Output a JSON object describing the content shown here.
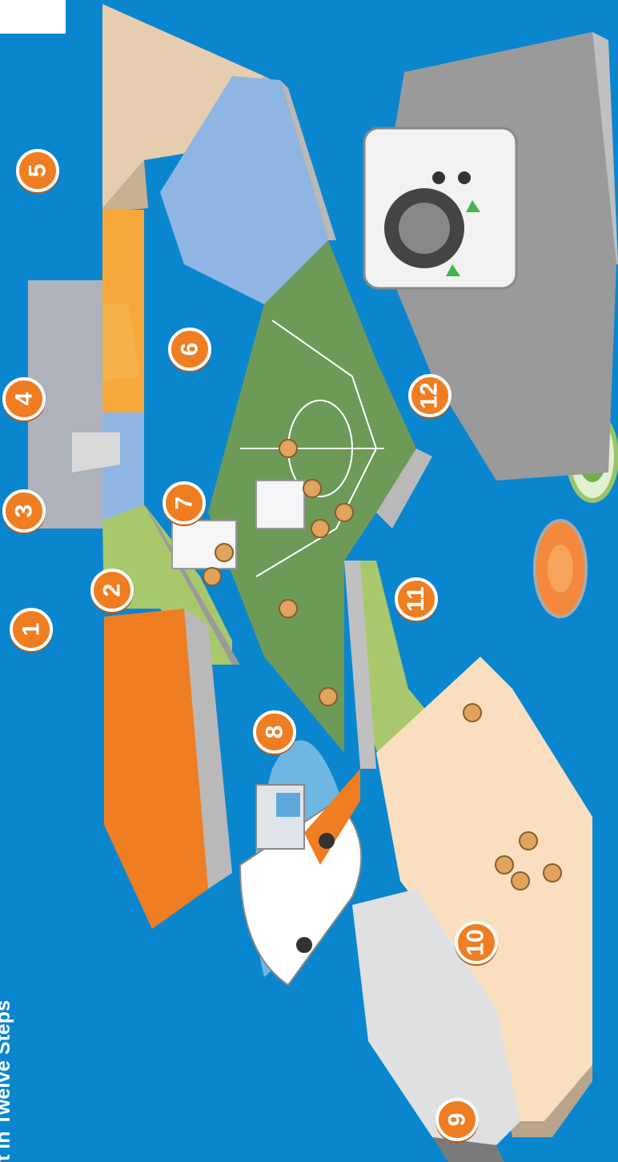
{
  "title": "t in Twelve Steps",
  "colors": {
    "background": "#0a86cf",
    "badge": "#ef7d22",
    "court": "#6e9a58",
    "sand": "#f9dfc0",
    "gray_platform": "#9a9a9a",
    "orange_platform": "#ef7d22",
    "tan_platform": "#e7cdb0",
    "lightblue_platform": "#8fb6e2",
    "green_platform": "#a9c86c"
  },
  "steps": [
    {
      "label": "1"
    },
    {
      "label": "2"
    },
    {
      "label": "3"
    },
    {
      "label": "4"
    },
    {
      "label": "5"
    },
    {
      "label": "6"
    },
    {
      "label": "7"
    },
    {
      "label": "8"
    },
    {
      "label": "9"
    },
    {
      "label": "10"
    },
    {
      "label": "11"
    },
    {
      "label": "12"
    }
  ]
}
